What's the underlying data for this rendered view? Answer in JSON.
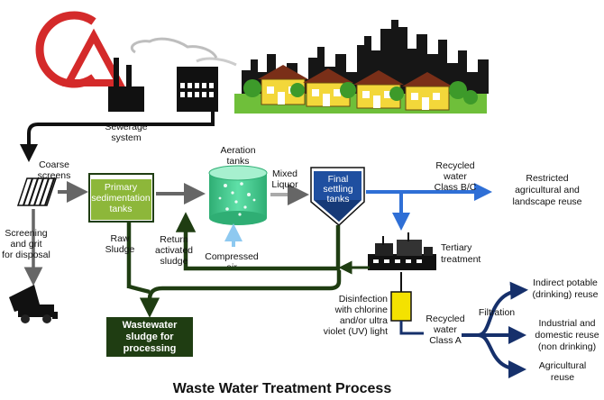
{
  "title": "Waste Water Treatment Process",
  "labels": {
    "sewerage": [
      "Sewerage",
      "system"
    ],
    "coarse": [
      "Coarse",
      "screens"
    ],
    "primary": [
      "Primary",
      "sedimentation",
      "tanks"
    ],
    "aeration": [
      "Aeration",
      "tanks"
    ],
    "mixed": [
      "Mixed",
      "Liquor"
    ],
    "final": [
      "Final",
      "settling",
      "tanks"
    ],
    "recycled_bc": [
      "Recycled",
      "water",
      "Class B/C"
    ],
    "restricted": [
      "Restricted",
      "agricultural and",
      "landscape reuse"
    ],
    "screening": [
      "Screening",
      "and grit",
      "for disposal"
    ],
    "raw": [
      "Raw",
      "Sludge"
    ],
    "return": [
      "Return",
      "activated",
      "sludge"
    ],
    "compressed": [
      "Compressed",
      "air"
    ],
    "tertiary": [
      "Tertiary",
      "treatment"
    ],
    "disinfection": [
      "Disinfection",
      "with chlorine",
      "and/or ultra",
      "violet (UV) light"
    ],
    "recycled_a": [
      "Recycled",
      "water",
      "Class A"
    ],
    "filtration": "Filtration",
    "indirect": [
      "Indirect potable",
      "(drinking) reuse"
    ],
    "industrial": [
      "Industrial and",
      "domestic reuse",
      "(non drinking)"
    ],
    "agricultural": [
      "Agricultural",
      "reuse"
    ],
    "sludge_box": [
      "Wastewater",
      "sludge for",
      "processing"
    ]
  },
  "colors": {
    "logo": "#d42a2a",
    "sewer": "#111111",
    "process_flow": "#666666",
    "sludge_flow": "#1f3d12",
    "clean_flow": "#2f6fd6",
    "reuse_flow": "#16306b",
    "primary_tank": "#8db73a",
    "aeration_tank": "#3ec48a",
    "settling_tank": "#1f4fa0",
    "sludge_box": "#1f3d12",
    "disinfection_box": "#f4e200"
  },
  "icons": [
    "logo-mark",
    "factory-icon",
    "houses-icon",
    "city-skyline-icon",
    "screen-grate-icon",
    "dump-truck-icon",
    "tertiary-plant-icon"
  ]
}
